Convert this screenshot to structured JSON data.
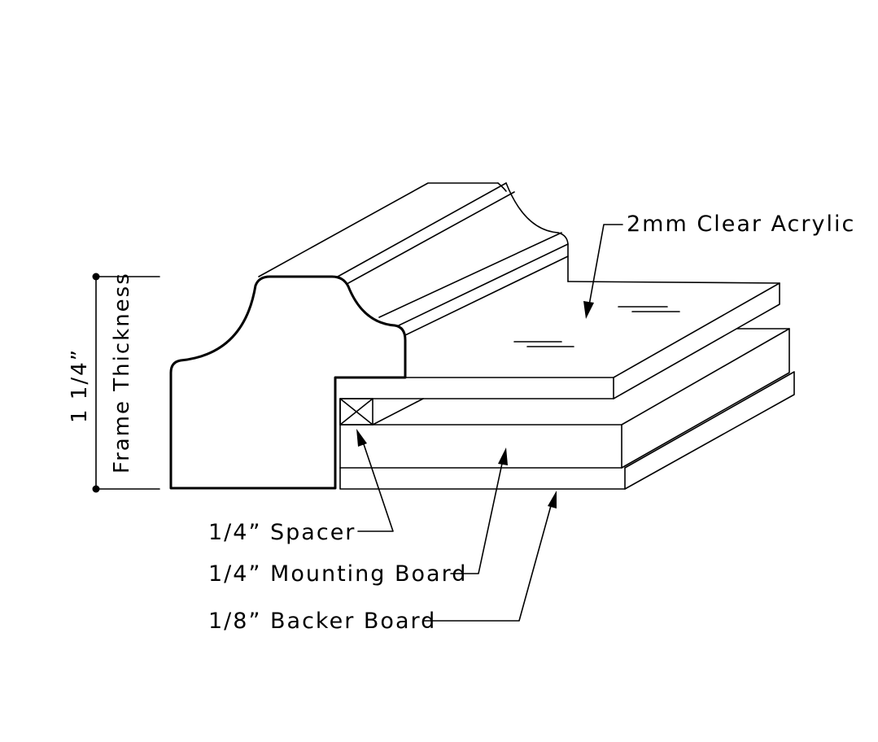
{
  "labels": {
    "acrylic": "2mm Clear Acrylic",
    "spacer": "1/4” Spacer",
    "mounting_board": "1/4” Mounting Board",
    "backer_board": "1/8” Backer Board"
  },
  "dimension": {
    "value": "1 1/4”",
    "caption": "Frame Thickness"
  }
}
